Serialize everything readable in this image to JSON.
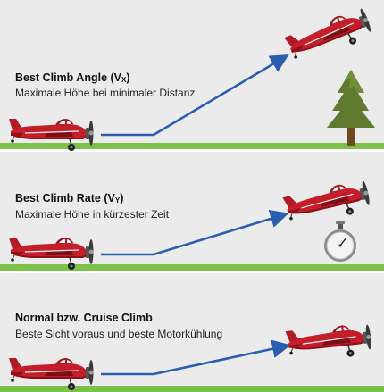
{
  "sections": [
    {
      "title_main": "Best Climb Angle (V",
      "title_sub": "X",
      "title_end": ")",
      "description": "Maximale Höhe bei minimaler Distanz"
    },
    {
      "title_main": "Best Climb Rate (V",
      "title_sub": "Y",
      "title_end": ")",
      "description": "Maximale Höhe in kürzester Zeit"
    },
    {
      "title_main": "Normal bzw. Cruise Climb",
      "title_sub": "",
      "title_end": "",
      "description": "Beste Sicht voraus und beste Motorkühlung"
    }
  ],
  "icons": [
    "airplane-icon",
    "tree-icon",
    "stopwatch-icon",
    "arrow-icon"
  ],
  "colors": {
    "background": "#ebebeb",
    "ground": "#7cc24a",
    "arrow": "#2a5fb0",
    "plane": "#c41e2a",
    "tree": "#5f7a2e"
  }
}
